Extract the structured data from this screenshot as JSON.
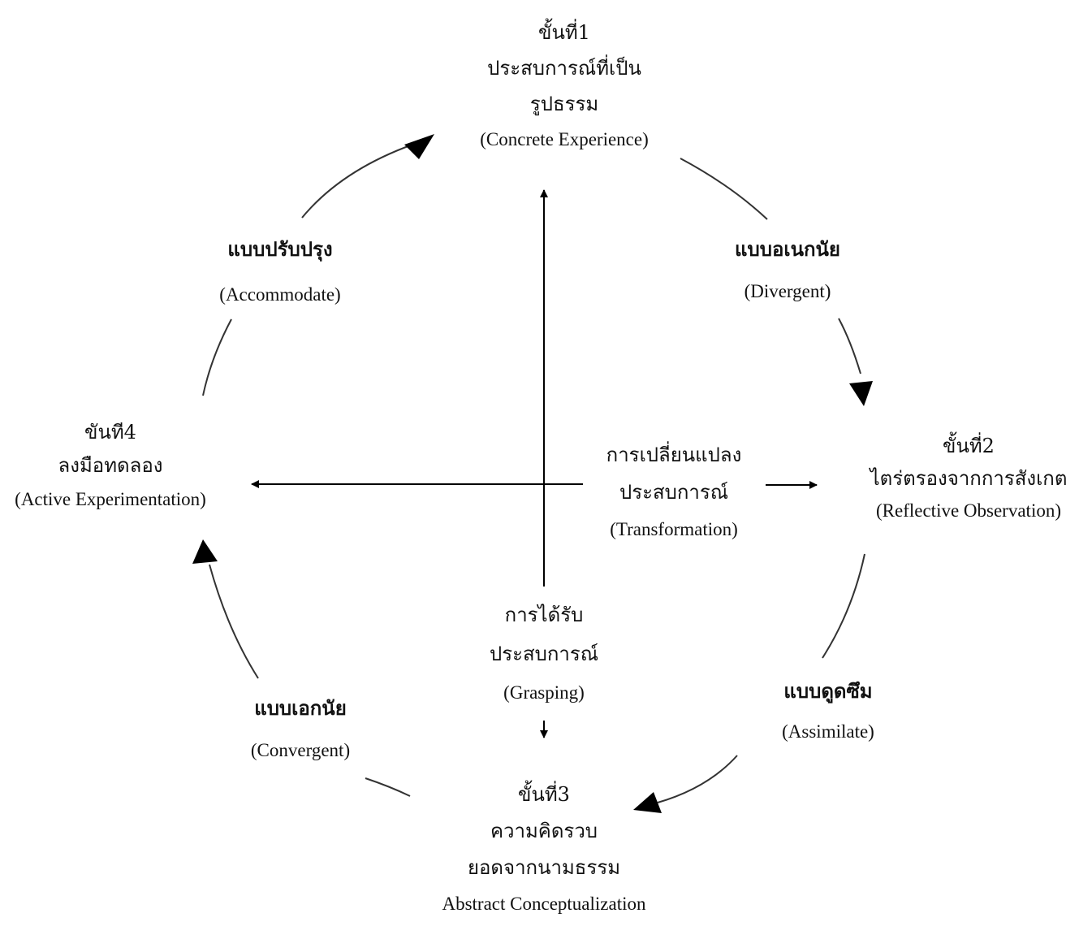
{
  "stage1": {
    "title": "ขั้นที่1",
    "line1": "ประสบการณ์ที่เป็น",
    "line2": "รูปธรรม",
    "en": "(Concrete Experience)"
  },
  "stage2": {
    "title": "ขั้นที่2",
    "line1": "ไตร่ตรองจากการสังเกต",
    "en": "(Reflective Observation)"
  },
  "stage3": {
    "title": "ขั้นที่3",
    "line1": "ความคิดรวบ",
    "line2": "ยอดจากนามธรรม",
    "en": "Abstract Conceptualization"
  },
  "stage4": {
    "title": "ขั้นที่4",
    "line1": "ลงมือทดลอง",
    "en": "(Active Experimentation)"
  },
  "style_accommodate": {
    "th": "แบบปรับปรุง",
    "en": "(Accommodate)"
  },
  "style_divergent": {
    "th": "แบบอเนกนัย",
    "en": "(Divergent)"
  },
  "style_assimilate": {
    "th": "แบบดูดซึม",
    "en": "(Assimilate)"
  },
  "style_convergent": {
    "th": "แบบเอกนัย",
    "en": "(Convergent)"
  },
  "transformation": {
    "line1": "การเปลี่ยนแปลง",
    "line2": "ประสบการณ์",
    "en": "(Transformation)"
  },
  "grasping": {
    "line1": "การได้รับ",
    "line2": "ประสบการณ์",
    "en": "(Grasping)"
  }
}
